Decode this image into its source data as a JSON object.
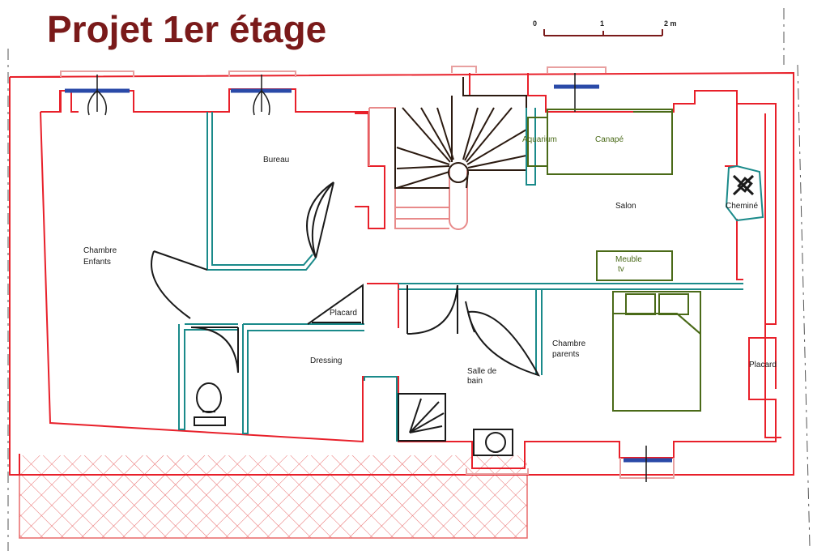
{
  "title": "Projet 1er étage",
  "scale": {
    "zero": "0",
    "one": "1",
    "two": "2 m"
  },
  "rooms": {
    "chambre_enfants_1": "Chambre",
    "chambre_enfants_2": "Enfants",
    "bureau": "Bureau",
    "aquarium": "Aquarium",
    "canape": "Canapé",
    "salon": "Salon",
    "cheminee": "Cheminé",
    "meuble_1": "Meuble",
    "meuble_2": "tv",
    "placard_left": "Placard",
    "dressing": "Dressing",
    "chambre_parents_1": "Chambre",
    "chambre_parents_2": "parents",
    "salle_de_bain_1": "Salle de",
    "salle_de_bain_2": "bain",
    "placard_right": "Placard"
  },
  "colors": {
    "title": "#7a1a1a",
    "wall": "#e8202a",
    "stair": "#2b1a10",
    "stair_light": "#e88a8a",
    "partition": "#1a8a8a",
    "window": "#2a4aa8",
    "furniture": "#4a6a18",
    "fixture": "#1a1a1a",
    "hatch": "#e86a6a"
  }
}
